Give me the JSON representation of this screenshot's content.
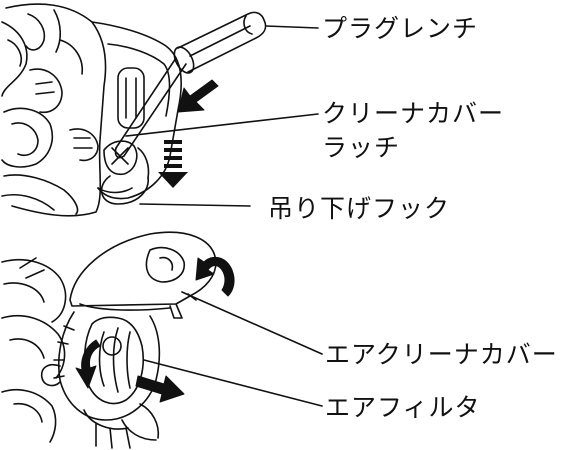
{
  "labels": {
    "plug_wrench": "プラグレンチ",
    "cleaner_cover_latch_line1": "クリーナカバー",
    "cleaner_cover_latch_line2": "ラッチ",
    "hanging_hook": "吊り下げフック",
    "air_cleaner_cover": "エアクリーナカバー",
    "air_filter": "エアフィルタ"
  },
  "colors": {
    "ink": "#111111",
    "background": "#ffffff"
  }
}
